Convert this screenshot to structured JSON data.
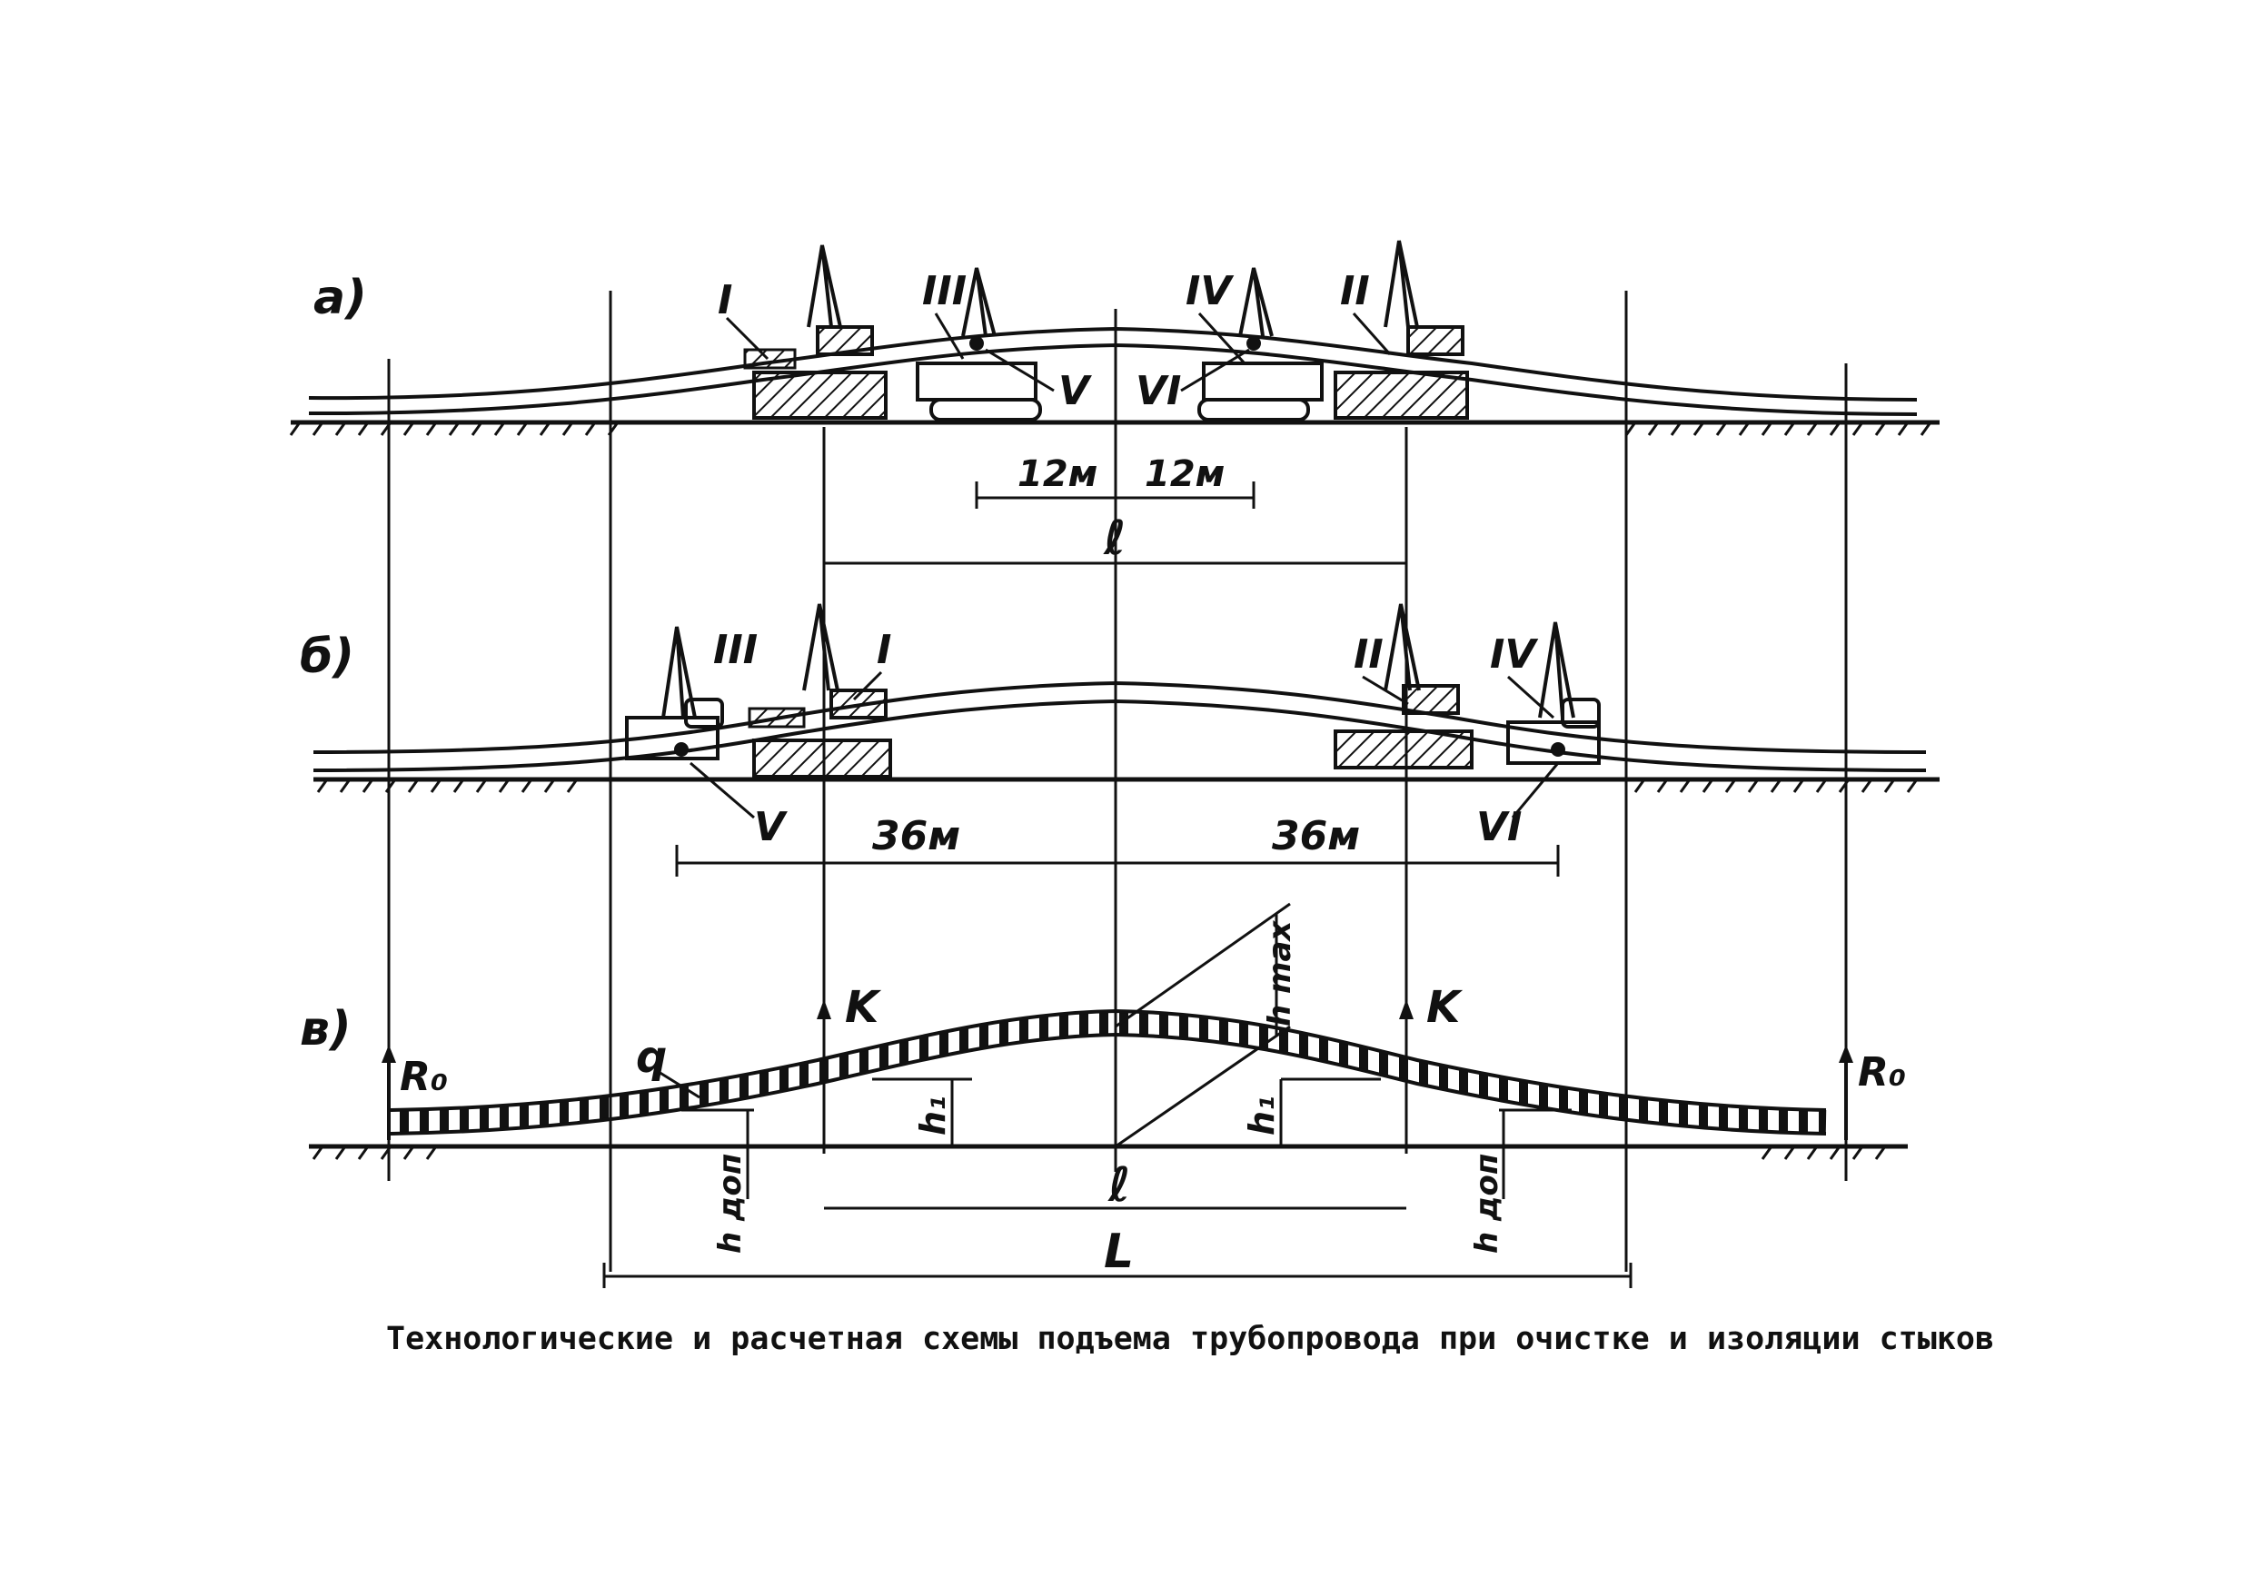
{
  "figure": {
    "panels": [
      {
        "id": "a",
        "label": "а)"
      },
      {
        "id": "b",
        "label": "б)"
      },
      {
        "id": "c",
        "label": "в)"
      }
    ],
    "panel_a": {
      "machines": [
        "I",
        "III",
        "IV",
        "II"
      ],
      "joints": [
        "V",
        "VI"
      ],
      "dim_left": "12м",
      "dim_right": "12м",
      "span_label": "ℓ"
    },
    "panel_b": {
      "machines": [
        "III",
        "I",
        "II",
        "IV"
      ],
      "joints": [
        "V",
        "VI"
      ],
      "dim_left": "36м",
      "dim_right": "36м"
    },
    "panel_c": {
      "reaction_left": "R₀",
      "reaction_right": "R₀",
      "force_left": "K",
      "force_right": "K",
      "load": "q",
      "h_max": "h max",
      "h1_left": "h₁",
      "h1_right": "h₁",
      "h_dop_left": "h доп",
      "h_dop_right": "h доп",
      "span_inner": "ℓ",
      "span_outer": "L"
    },
    "caption": "Технологические и расчетная схемы подъема трубопровода при очистке и изоляции стыков"
  }
}
